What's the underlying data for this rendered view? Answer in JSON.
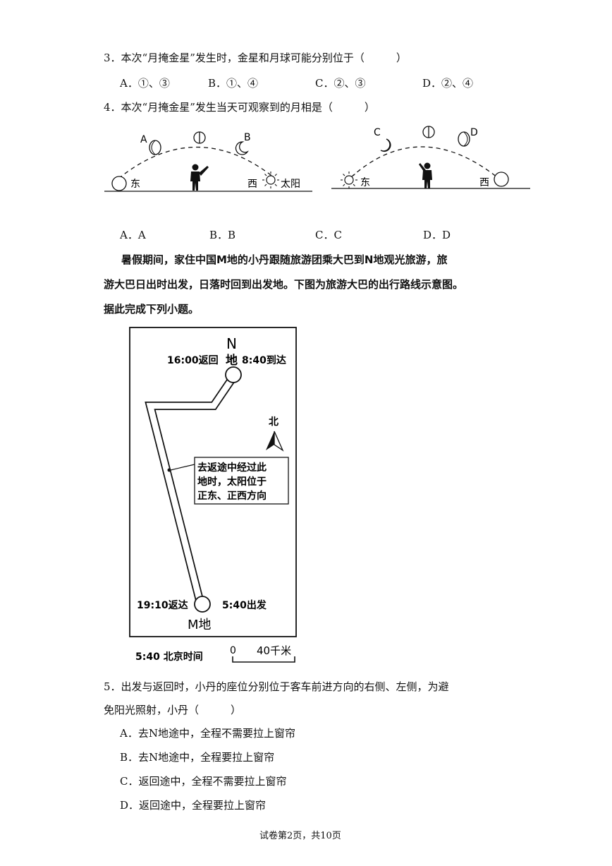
{
  "q3": {
    "stem": "3．本次“月掩金星”发生时，金星和月球可能分别位于（　　　）",
    "options": [
      "A．①、③",
      "B．①、④",
      "C．②、③",
      "D．②、④"
    ]
  },
  "q4": {
    "stem": "4．本次“月掩金星”发生当天可观察到的月相是（　　　）",
    "options": [
      "A．A",
      "B．B",
      "C．C",
      "D．D"
    ],
    "fig_left": {
      "east": "东",
      "west": "西",
      "sun": "太阳",
      "label_a": "A",
      "label_b": "B"
    },
    "fig_right": {
      "east": "东",
      "west": "西",
      "label_c": "C",
      "label_d": "D"
    }
  },
  "intro": {
    "line1": "暑假期间，家住中国M地的小丹跟随旅游团乘大巴到N地观光旅游，旅",
    "line2": "游大巴日出时出发，日落时回到出发地。下图为旅游大巴的出行路线示意图。",
    "line3": "据此完成下列小题。"
  },
  "map": {
    "n_letter": "N",
    "n_place": "地",
    "n_return": "16:00返回",
    "n_arrive": "8:40到达",
    "north": "北",
    "callout": [
      "去返途中经过此",
      "地时，太阳位于",
      "正东、正西方向"
    ],
    "m_back": "19:10返达",
    "m_depart": "5:40出发",
    "m_label": "M地",
    "time_note": "5:40 北京时间",
    "scale_zero": "0",
    "scale_dist": "40千米"
  },
  "q5": {
    "stem_line1": "5．出发与返回时，小丹的座位分别位于客车前进方向的右侧、左侧，为避",
    "stem_line2": "免阳光照射，小丹（　　　）",
    "options": [
      "A．去N地途中，全程不需要拉上窗帘",
      "B．去N地途中，全程要拉上窗帘",
      "C．返回途中，全程不需要拉上窗帘",
      "D．返回途中，全程要拉上窗帘"
    ]
  },
  "footer": "试卷第2页，共10页"
}
